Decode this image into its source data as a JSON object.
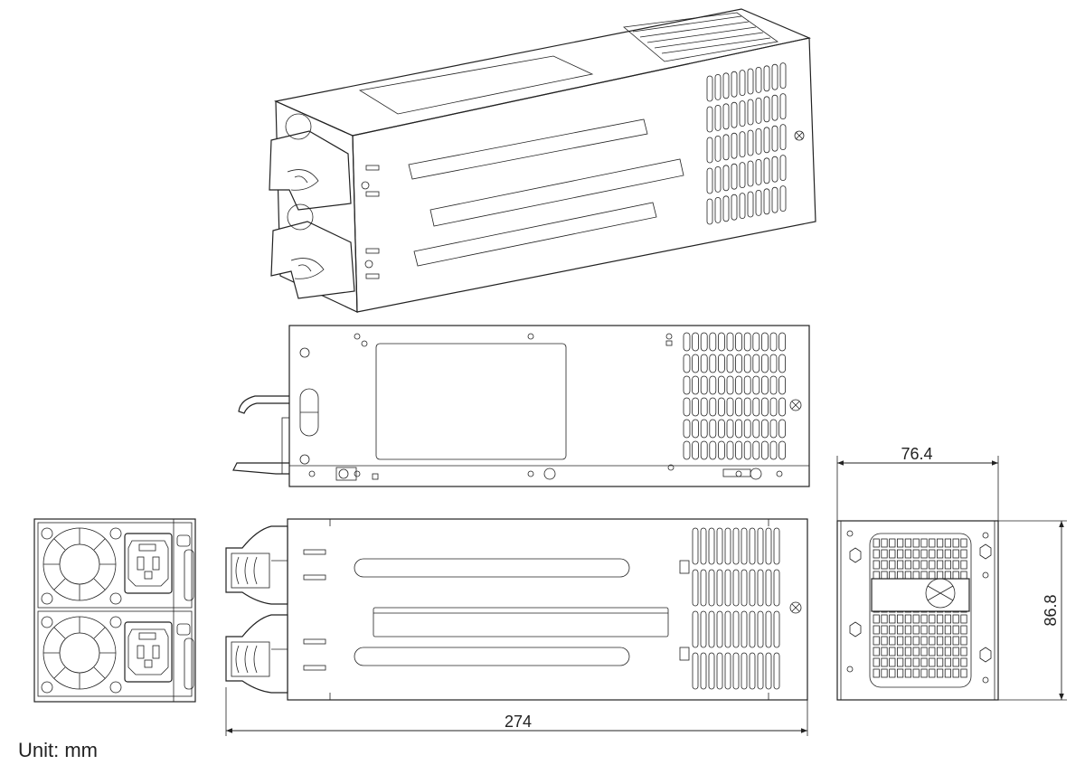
{
  "dimensions": {
    "width": "76.4",
    "height": "86.8",
    "length": "274"
  },
  "unit_label": "Unit: mm",
  "colors": {
    "line": "#222222",
    "background": "#ffffff"
  }
}
